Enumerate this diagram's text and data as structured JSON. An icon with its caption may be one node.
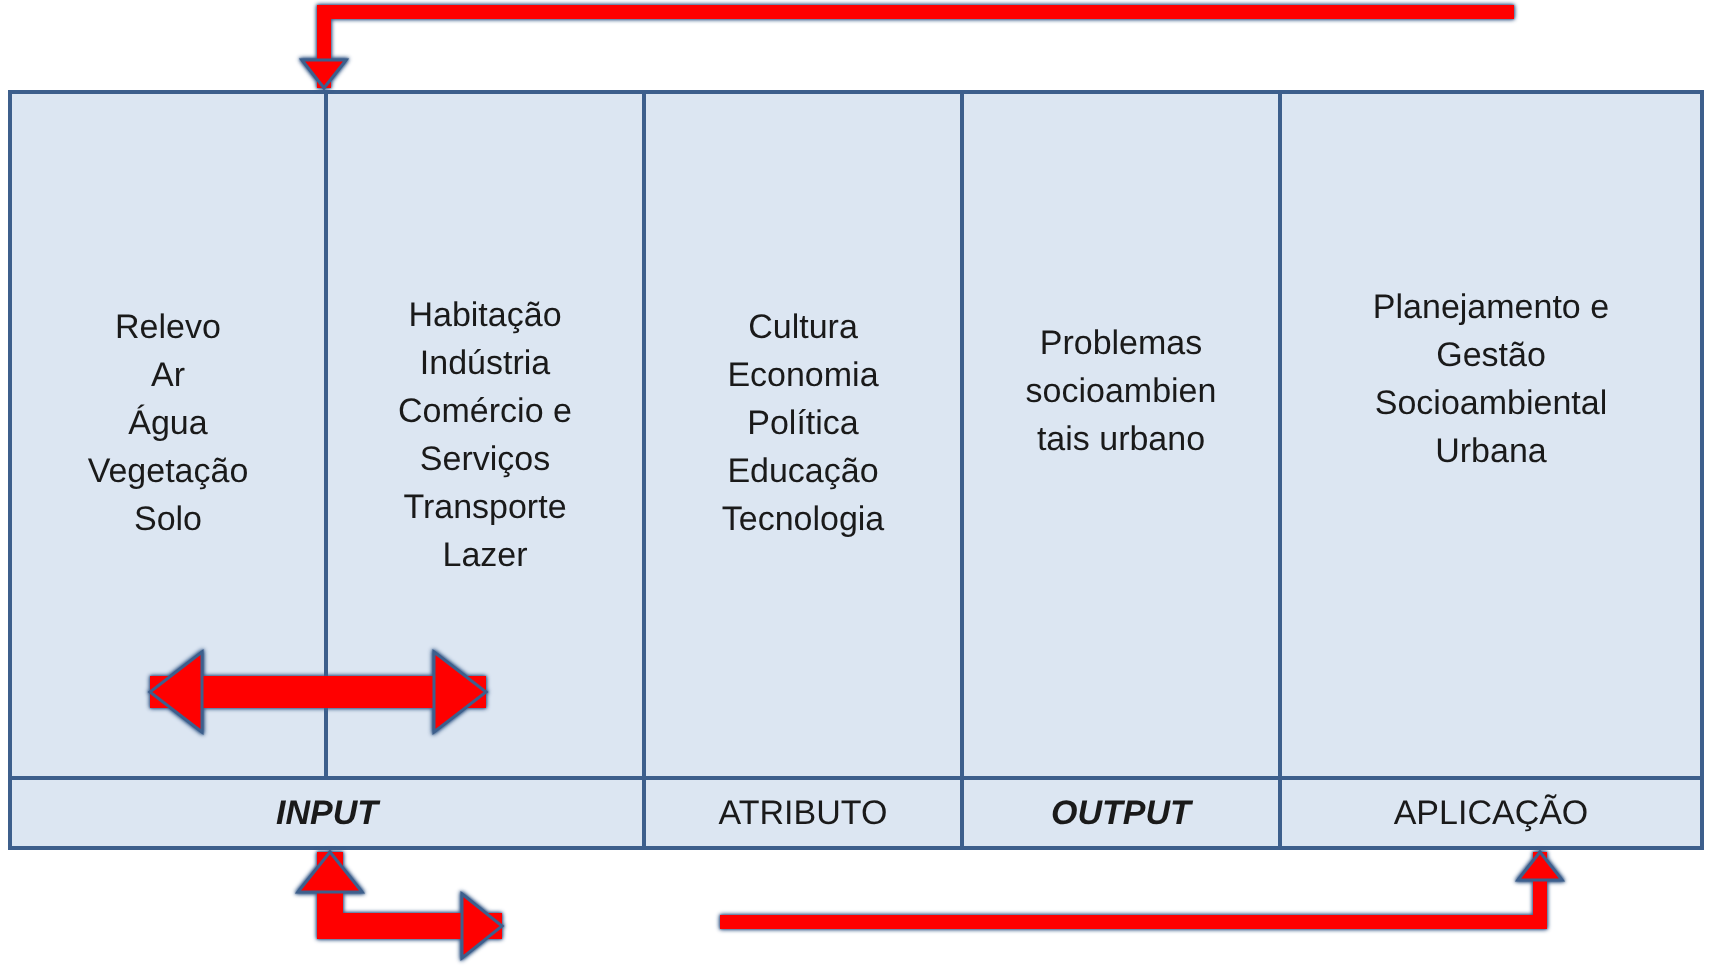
{
  "diagram": {
    "nodes": [
      {
        "text": [
          "Relevo Ar Água Vegetação Solo"
        ]
      },
      {
        "text": [
          "Habitação Indústria Comércio e Serviços Transporte Lazer"
        ]
      },
      {
        "text": [
          "Cultura Economia Política Educação Tecnologia"
        ]
      },
      {
        "text": [
          "Problemas socioambien tais urbano"
        ]
      },
      {
        "text": [
          "Planejamento e Gestão Socioambiental Urbana"
        ]
      },
      {
        "text": [
          "INPUT"
        ]
      },
      {
        "text": [
          "ATRIBUTO"
        ]
      },
      {
        "text": [
          "OUTPUT"
        ]
      },
      {
        "text": [
          "APLICAÇÃO"
        ]
      }
    ],
    "edges": [
      {
        "from": 0,
        "to": 1,
        "arrow": "both",
        "style": "thick"
      },
      {
        "from": null,
        "to": 1,
        "arrow": "to"
      },
      {
        "from": 5,
        "to": null,
        "arrow": "both",
        "style": "thick"
      },
      {
        "from": null,
        "to": 8,
        "arrow": "to"
      }
    ]
  }
}
